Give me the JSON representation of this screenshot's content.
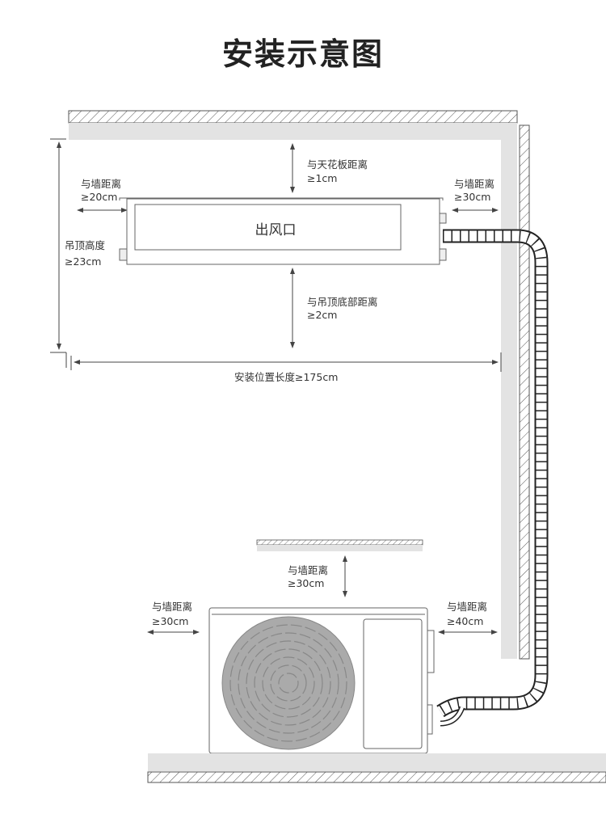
{
  "title": "安装示意图",
  "indoor": {
    "outlet_label": "出风口",
    "ceiling_gap": {
      "label": "与天花板距离",
      "value": "≥1cm"
    },
    "left_wall": {
      "label": "与墙距离",
      "value": "≥20cm"
    },
    "right_wall": {
      "label": "与墙距离",
      "value": "≥30cm"
    },
    "ceiling_height": {
      "label": "吊顶高度",
      "value": "≥23cm"
    },
    "bottom_gap": {
      "label": "与吊顶底部距离",
      "value": "≥2cm"
    },
    "install_length": "安装位置长度≥175cm"
  },
  "outdoor": {
    "top_wall": {
      "label": "与墙距离",
      "value": "≥30cm"
    },
    "left_wall": {
      "label": "与墙距离",
      "value": "≥30cm"
    },
    "right_wall": {
      "label": "与墙距离",
      "value": "≥40cm"
    }
  }
}
